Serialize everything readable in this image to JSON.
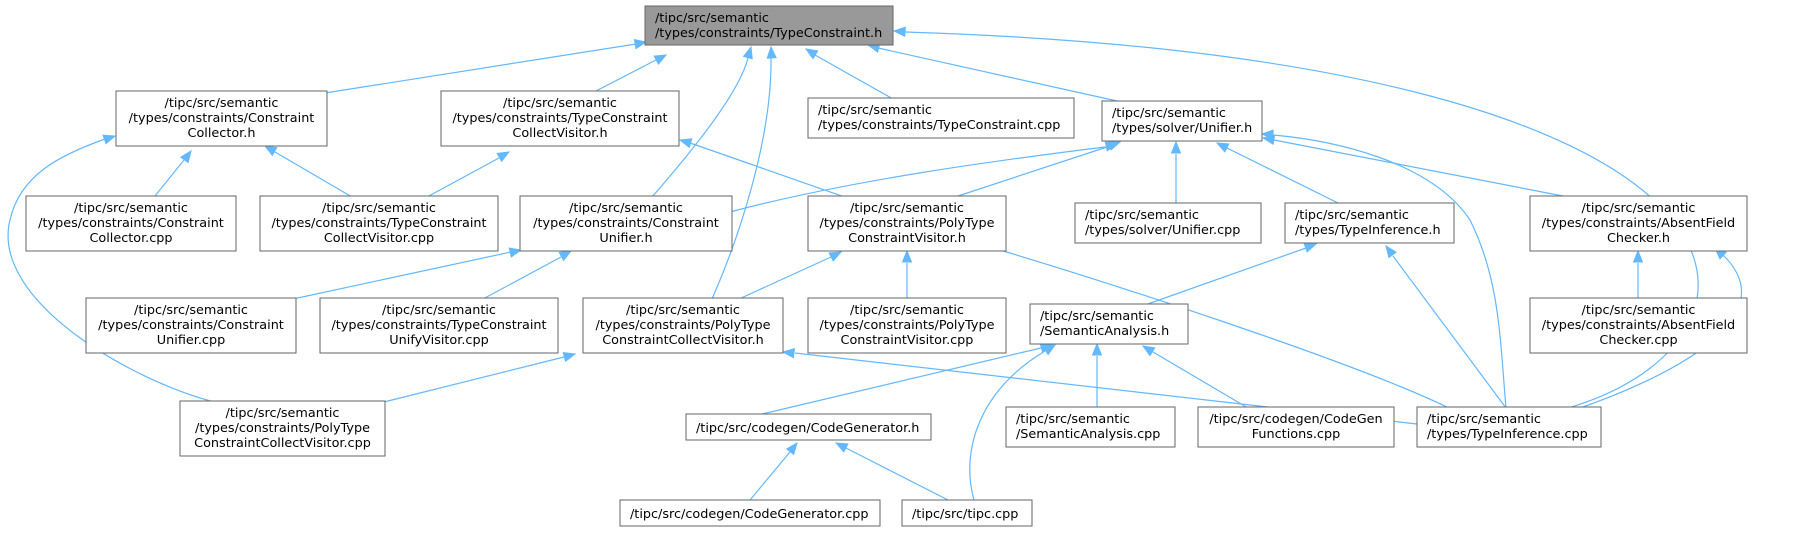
{
  "colors": {
    "edge": "#63b8ff",
    "node_border": "#666666",
    "root_fill": "#999999",
    "node_fill": "#ffffff"
  },
  "nodes": [
    {
      "id": "n_root",
      "lines": [
        "/tipc/src/semantic",
        "/types/constraints/TypeConstraint.h"
      ],
      "root": true
    },
    {
      "id": "n_cc_h",
      "lines": [
        "/tipc/src/semantic",
        "/types/constraints/Constraint",
        "Collector.h"
      ]
    },
    {
      "id": "n_tccv_h",
      "lines": [
        "/tipc/src/semantic",
        "/types/constraints/TypeConstraint",
        "CollectVisitor.h"
      ]
    },
    {
      "id": "n_tc_cpp",
      "lines": [
        "/tipc/src/semantic",
        "/types/constraints/TypeConstraint.cpp"
      ]
    },
    {
      "id": "n_unifier_h",
      "lines": [
        "/tipc/src/semantic",
        "/types/solver/Unifier.h"
      ]
    },
    {
      "id": "n_cc_cpp",
      "lines": [
        "/tipc/src/semantic",
        "/types/constraints/Constraint",
        "Collector.cpp"
      ]
    },
    {
      "id": "n_tccv_cpp",
      "lines": [
        "/tipc/src/semantic",
        "/types/constraints/TypeConstraint",
        "CollectVisitor.cpp"
      ]
    },
    {
      "id": "n_cu_h",
      "lines": [
        "/tipc/src/semantic",
        "/types/constraints/Constraint",
        "Unifier.h"
      ]
    },
    {
      "id": "n_ptcv_h",
      "lines": [
        "/tipc/src/semantic",
        "/types/constraints/PolyType",
        "ConstraintVisitor.h"
      ]
    },
    {
      "id": "n_unifier_cpp",
      "lines": [
        "/tipc/src/semantic",
        "/types/solver/Unifier.cpp"
      ]
    },
    {
      "id": "n_ti_h",
      "lines": [
        "/tipc/src/semantic",
        "/types/TypeInference.h"
      ]
    },
    {
      "id": "n_afc_h",
      "lines": [
        "/tipc/src/semantic",
        "/types/constraints/AbsentField",
        "Checker.h"
      ]
    },
    {
      "id": "n_cu_cpp",
      "lines": [
        "/tipc/src/semantic",
        "/types/constraints/Constraint",
        "Unifier.cpp"
      ]
    },
    {
      "id": "n_tcuv_cpp",
      "lines": [
        "/tipc/src/semantic",
        "/types/constraints/TypeConstraint",
        "UnifyVisitor.cpp"
      ]
    },
    {
      "id": "n_ptccv_h",
      "lines": [
        "/tipc/src/semantic",
        "/types/constraints/PolyType",
        "ConstraintCollectVisitor.h"
      ]
    },
    {
      "id": "n_ptcv_cpp",
      "lines": [
        "/tipc/src/semantic",
        "/types/constraints/PolyType",
        "ConstraintVisitor.cpp"
      ]
    },
    {
      "id": "n_sa_h",
      "lines": [
        "/tipc/src/semantic",
        "/SemanticAnalysis.h"
      ]
    },
    {
      "id": "n_afc_cpp",
      "lines": [
        "/tipc/src/semantic",
        "/types/constraints/AbsentField",
        "Checker.cpp"
      ]
    },
    {
      "id": "n_ptccv_cpp",
      "lines": [
        "/tipc/src/semantic",
        "/types/constraints/PolyType",
        "ConstraintCollectVisitor.cpp"
      ]
    },
    {
      "id": "n_cg_h",
      "lines": [
        "/tipc/src/codegen/CodeGenerator.h"
      ]
    },
    {
      "id": "n_sa_cpp",
      "lines": [
        "/tipc/src/semantic",
        "/SemanticAnalysis.cpp"
      ]
    },
    {
      "id": "n_cgf_cpp",
      "lines": [
        "/tipc/src/codegen/CodeGen",
        "Functions.cpp"
      ]
    },
    {
      "id": "n_ti_cpp",
      "lines": [
        "/tipc/src/semantic",
        "/types/TypeInference.cpp"
      ]
    },
    {
      "id": "n_cg_cpp",
      "lines": [
        "/tipc/src/codegen/CodeGenerator.cpp"
      ]
    },
    {
      "id": "n_tipc_cpp",
      "lines": [
        "/tipc/src/tipc.cpp"
      ]
    }
  ],
  "edges": [
    {
      "from": "n_cc_h",
      "to": "n_root"
    },
    {
      "from": "n_tccv_h",
      "to": "n_root"
    },
    {
      "from": "n_cu_h",
      "to": "n_root"
    },
    {
      "from": "n_ptccv_h",
      "to": "n_root"
    },
    {
      "from": "n_tc_cpp",
      "to": "n_root"
    },
    {
      "from": "n_unifier_h",
      "to": "n_root"
    },
    {
      "from": "n_ti_cpp",
      "to": "n_root"
    },
    {
      "from": "n_cc_cpp",
      "to": "n_cc_h"
    },
    {
      "from": "n_tccv_cpp",
      "to": "n_cc_h"
    },
    {
      "from": "n_ptccv_cpp",
      "to": "n_cc_h"
    },
    {
      "from": "n_tccv_cpp",
      "to": "n_tccv_h"
    },
    {
      "from": "n_ti_cpp",
      "to": "n_tccv_h"
    },
    {
      "from": "n_cu_h",
      "to": "n_unifier_h"
    },
    {
      "from": "n_ptcv_h",
      "to": "n_unifier_h"
    },
    {
      "from": "n_unifier_cpp",
      "to": "n_unifier_h"
    },
    {
      "from": "n_ti_h",
      "to": "n_unifier_h"
    },
    {
      "from": "n_afc_h",
      "to": "n_unifier_h"
    },
    {
      "from": "n_ti_cpp",
      "to": "n_unifier_h"
    },
    {
      "from": "n_cu_cpp",
      "to": "n_cu_h"
    },
    {
      "from": "n_tcuv_cpp",
      "to": "n_cu_h"
    },
    {
      "from": "n_ptccv_h",
      "to": "n_ptcv_h"
    },
    {
      "from": "n_ptcv_cpp",
      "to": "n_ptcv_h"
    },
    {
      "from": "n_sa_h",
      "to": "n_ti_h"
    },
    {
      "from": "n_ti_cpp",
      "to": "n_ti_h"
    },
    {
      "from": "n_afc_cpp",
      "to": "n_afc_h"
    },
    {
      "from": "n_ti_cpp",
      "to": "n_afc_h"
    },
    {
      "from": "n_ptccv_cpp",
      "to": "n_ptccv_h"
    },
    {
      "from": "n_ti_cpp",
      "to": "n_ptccv_h"
    },
    {
      "from": "n_cg_h",
      "to": "n_sa_h"
    },
    {
      "from": "n_sa_cpp",
      "to": "n_sa_h"
    },
    {
      "from": "n_cgf_cpp",
      "to": "n_sa_h"
    },
    {
      "from": "n_tipc_cpp",
      "to": "n_sa_h"
    },
    {
      "from": "n_cg_cpp",
      "to": "n_cg_h"
    },
    {
      "from": "n_tipc_cpp",
      "to": "n_cg_h"
    }
  ]
}
